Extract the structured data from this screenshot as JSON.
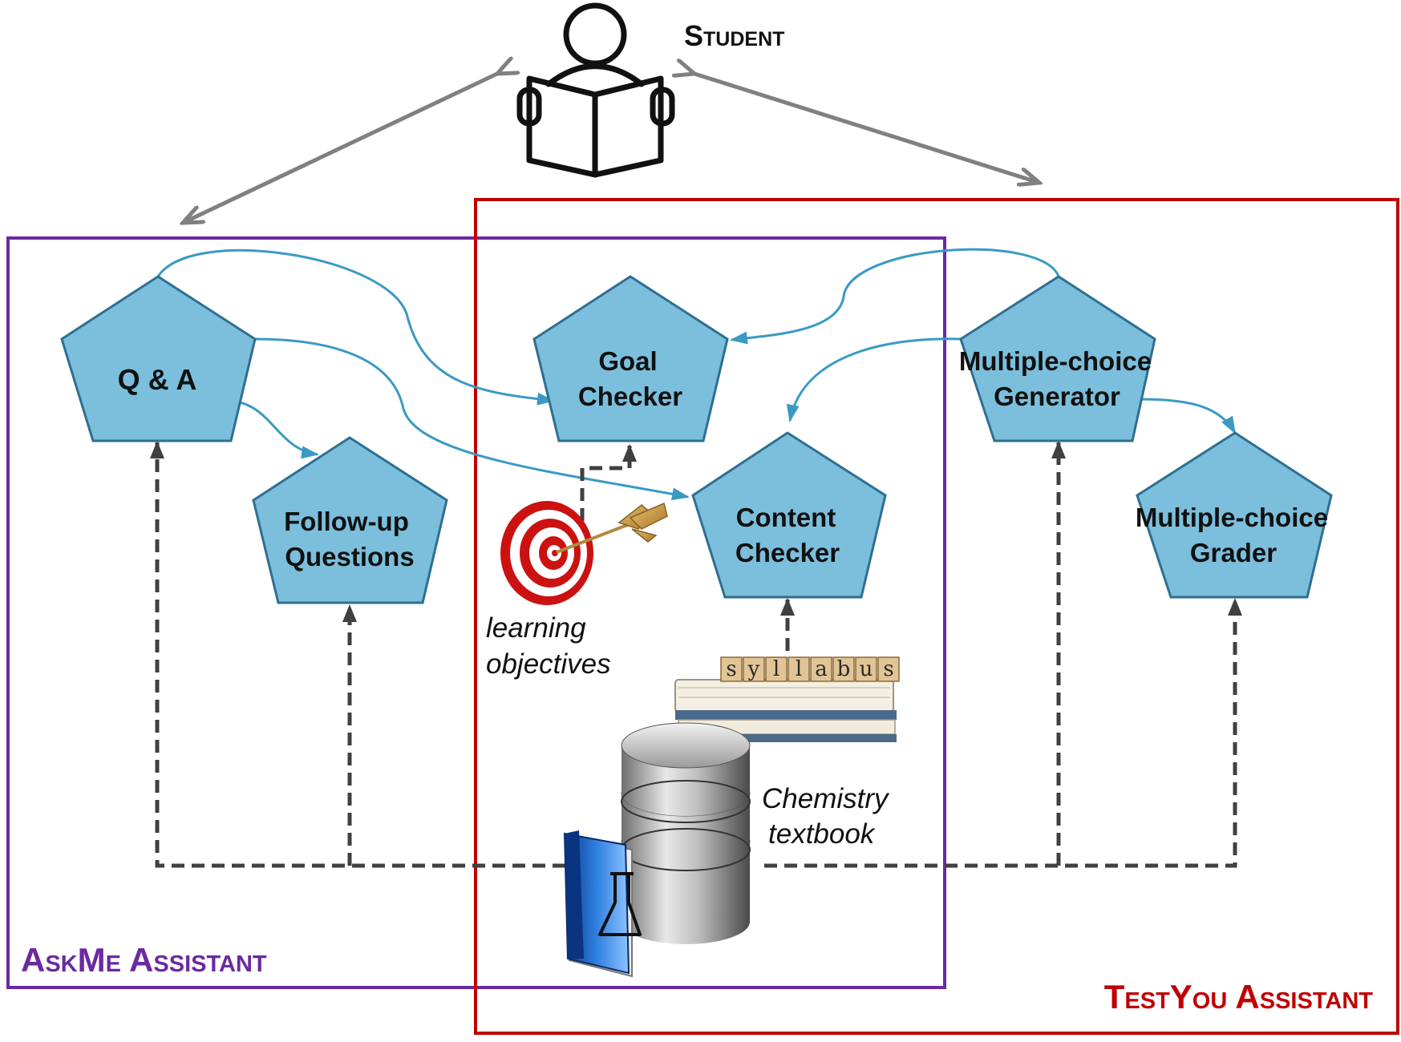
{
  "student": {
    "label": "Student"
  },
  "regions": {
    "askme": {
      "label": "AskMe Assistant",
      "color": "#6a2aa0"
    },
    "testyou": {
      "label": "TestYou Assistant",
      "color": "#c00000"
    }
  },
  "nodes": {
    "qa": {
      "label": "Q & A"
    },
    "followup": {
      "line1": "Follow-up",
      "line2": "Questions"
    },
    "goal": {
      "line1": "Goal",
      "line2": "Checker"
    },
    "content": {
      "line1": "Content",
      "line2": "Checker"
    },
    "mcgen": {
      "line1": "Multiple-choice",
      "line2": "Generator"
    },
    "mcgrader": {
      "line1": "Multiple-choice",
      "line2": "Grader"
    }
  },
  "resources": {
    "objectives": {
      "line1": "learning",
      "line2": "objectives"
    },
    "syllabus": {
      "letters": [
        "s",
        "y",
        "l",
        "l",
        "a",
        "b",
        "u",
        "s"
      ]
    },
    "textbook": {
      "line1": "Chemistry",
      "line2": "textbook"
    }
  },
  "colors": {
    "pentagon_fill": "#7bbfdc",
    "pentagon_stroke": "#2f6f91",
    "flow_arrow": "#3a9ac4",
    "dashed_arrow": "#404040",
    "student_arrow": "#808080"
  }
}
